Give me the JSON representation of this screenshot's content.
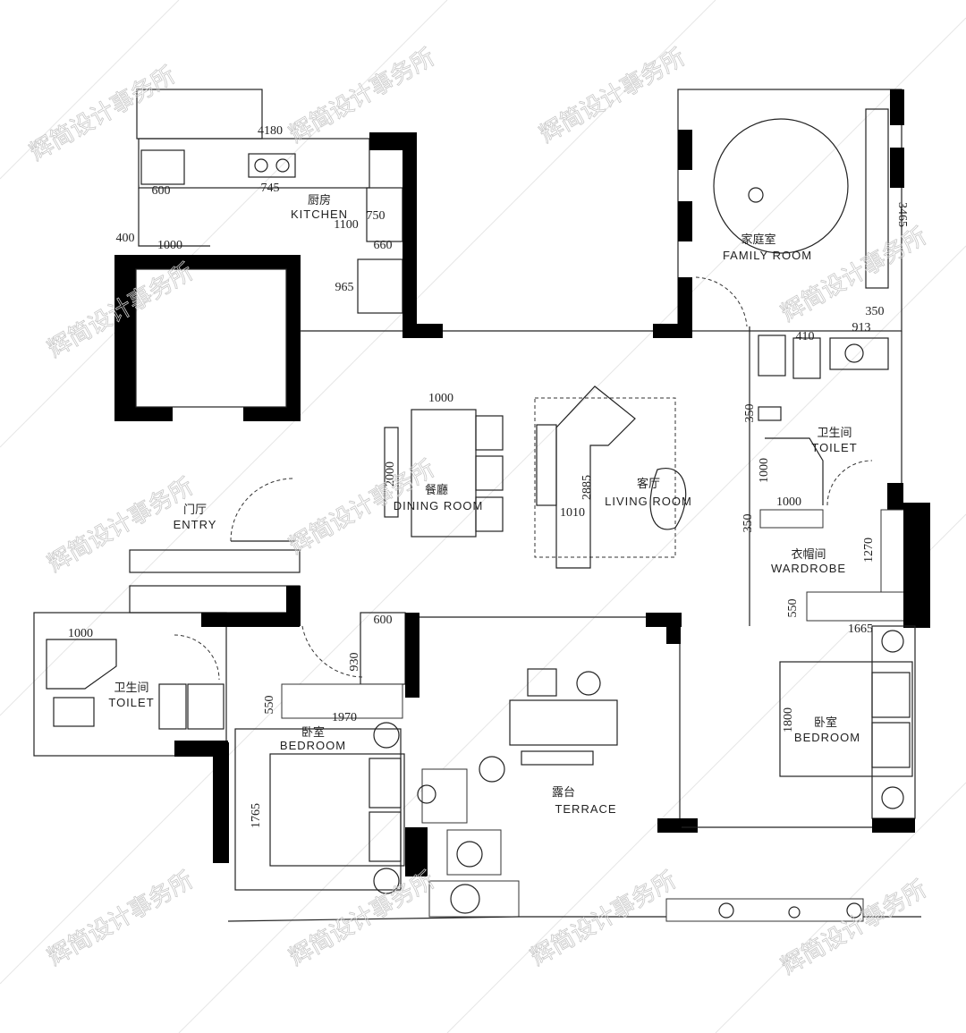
{
  "watermark": "辉简设计事务所",
  "rooms": {
    "kitchen": {
      "cn": "厨房",
      "en": "KITCHEN"
    },
    "family_room": {
      "cn": "家庭室",
      "en": "FAMILY ROOM"
    },
    "entry": {
      "cn": "门厅",
      "en": "ENTRY"
    },
    "dining_room": {
      "cn": "餐廳",
      "en": "DINING ROOM"
    },
    "living_room": {
      "cn": "客厅",
      "en": "LIVING ROOM"
    },
    "toilet_right": {
      "cn": "卫生间",
      "en": "TOILET"
    },
    "wardrobe": {
      "cn": "衣帽间",
      "en": "WARDROBE"
    },
    "toilet_left": {
      "cn": "卫生间",
      "en": "TOILET"
    },
    "bedroom_left": {
      "cn": "卧室",
      "en": "BEDROOM"
    },
    "terrace": {
      "cn": "露台",
      "en": "TERRACE"
    },
    "bedroom_right": {
      "cn": "卧室",
      "en": "BEDROOM"
    }
  },
  "dimensions": {
    "d4180": "4180",
    "d600_k": "600",
    "d745": "745",
    "d400": "400",
    "d1000_k": "1000",
    "d1100": "1100",
    "d750": "750",
    "d660": "660",
    "d965": "965",
    "d3465": "3465",
    "d350_top": "350",
    "d913": "913",
    "d410": "410",
    "d1000_dining": "1000",
    "d2000": "2000",
    "d2885": "2885",
    "d1010": "1010",
    "d350_mid": "350",
    "d1000_vert": "1000",
    "d1000_horiz": "1000",
    "d350_low": "350",
    "d1270": "1270",
    "d550_r": "550",
    "d1665": "1665",
    "d1000_toilet": "1000",
    "d930": "930",
    "d600_b": "600",
    "d550_l": "550",
    "d1970": "1970",
    "d1765": "1765",
    "d1800": "1800"
  }
}
